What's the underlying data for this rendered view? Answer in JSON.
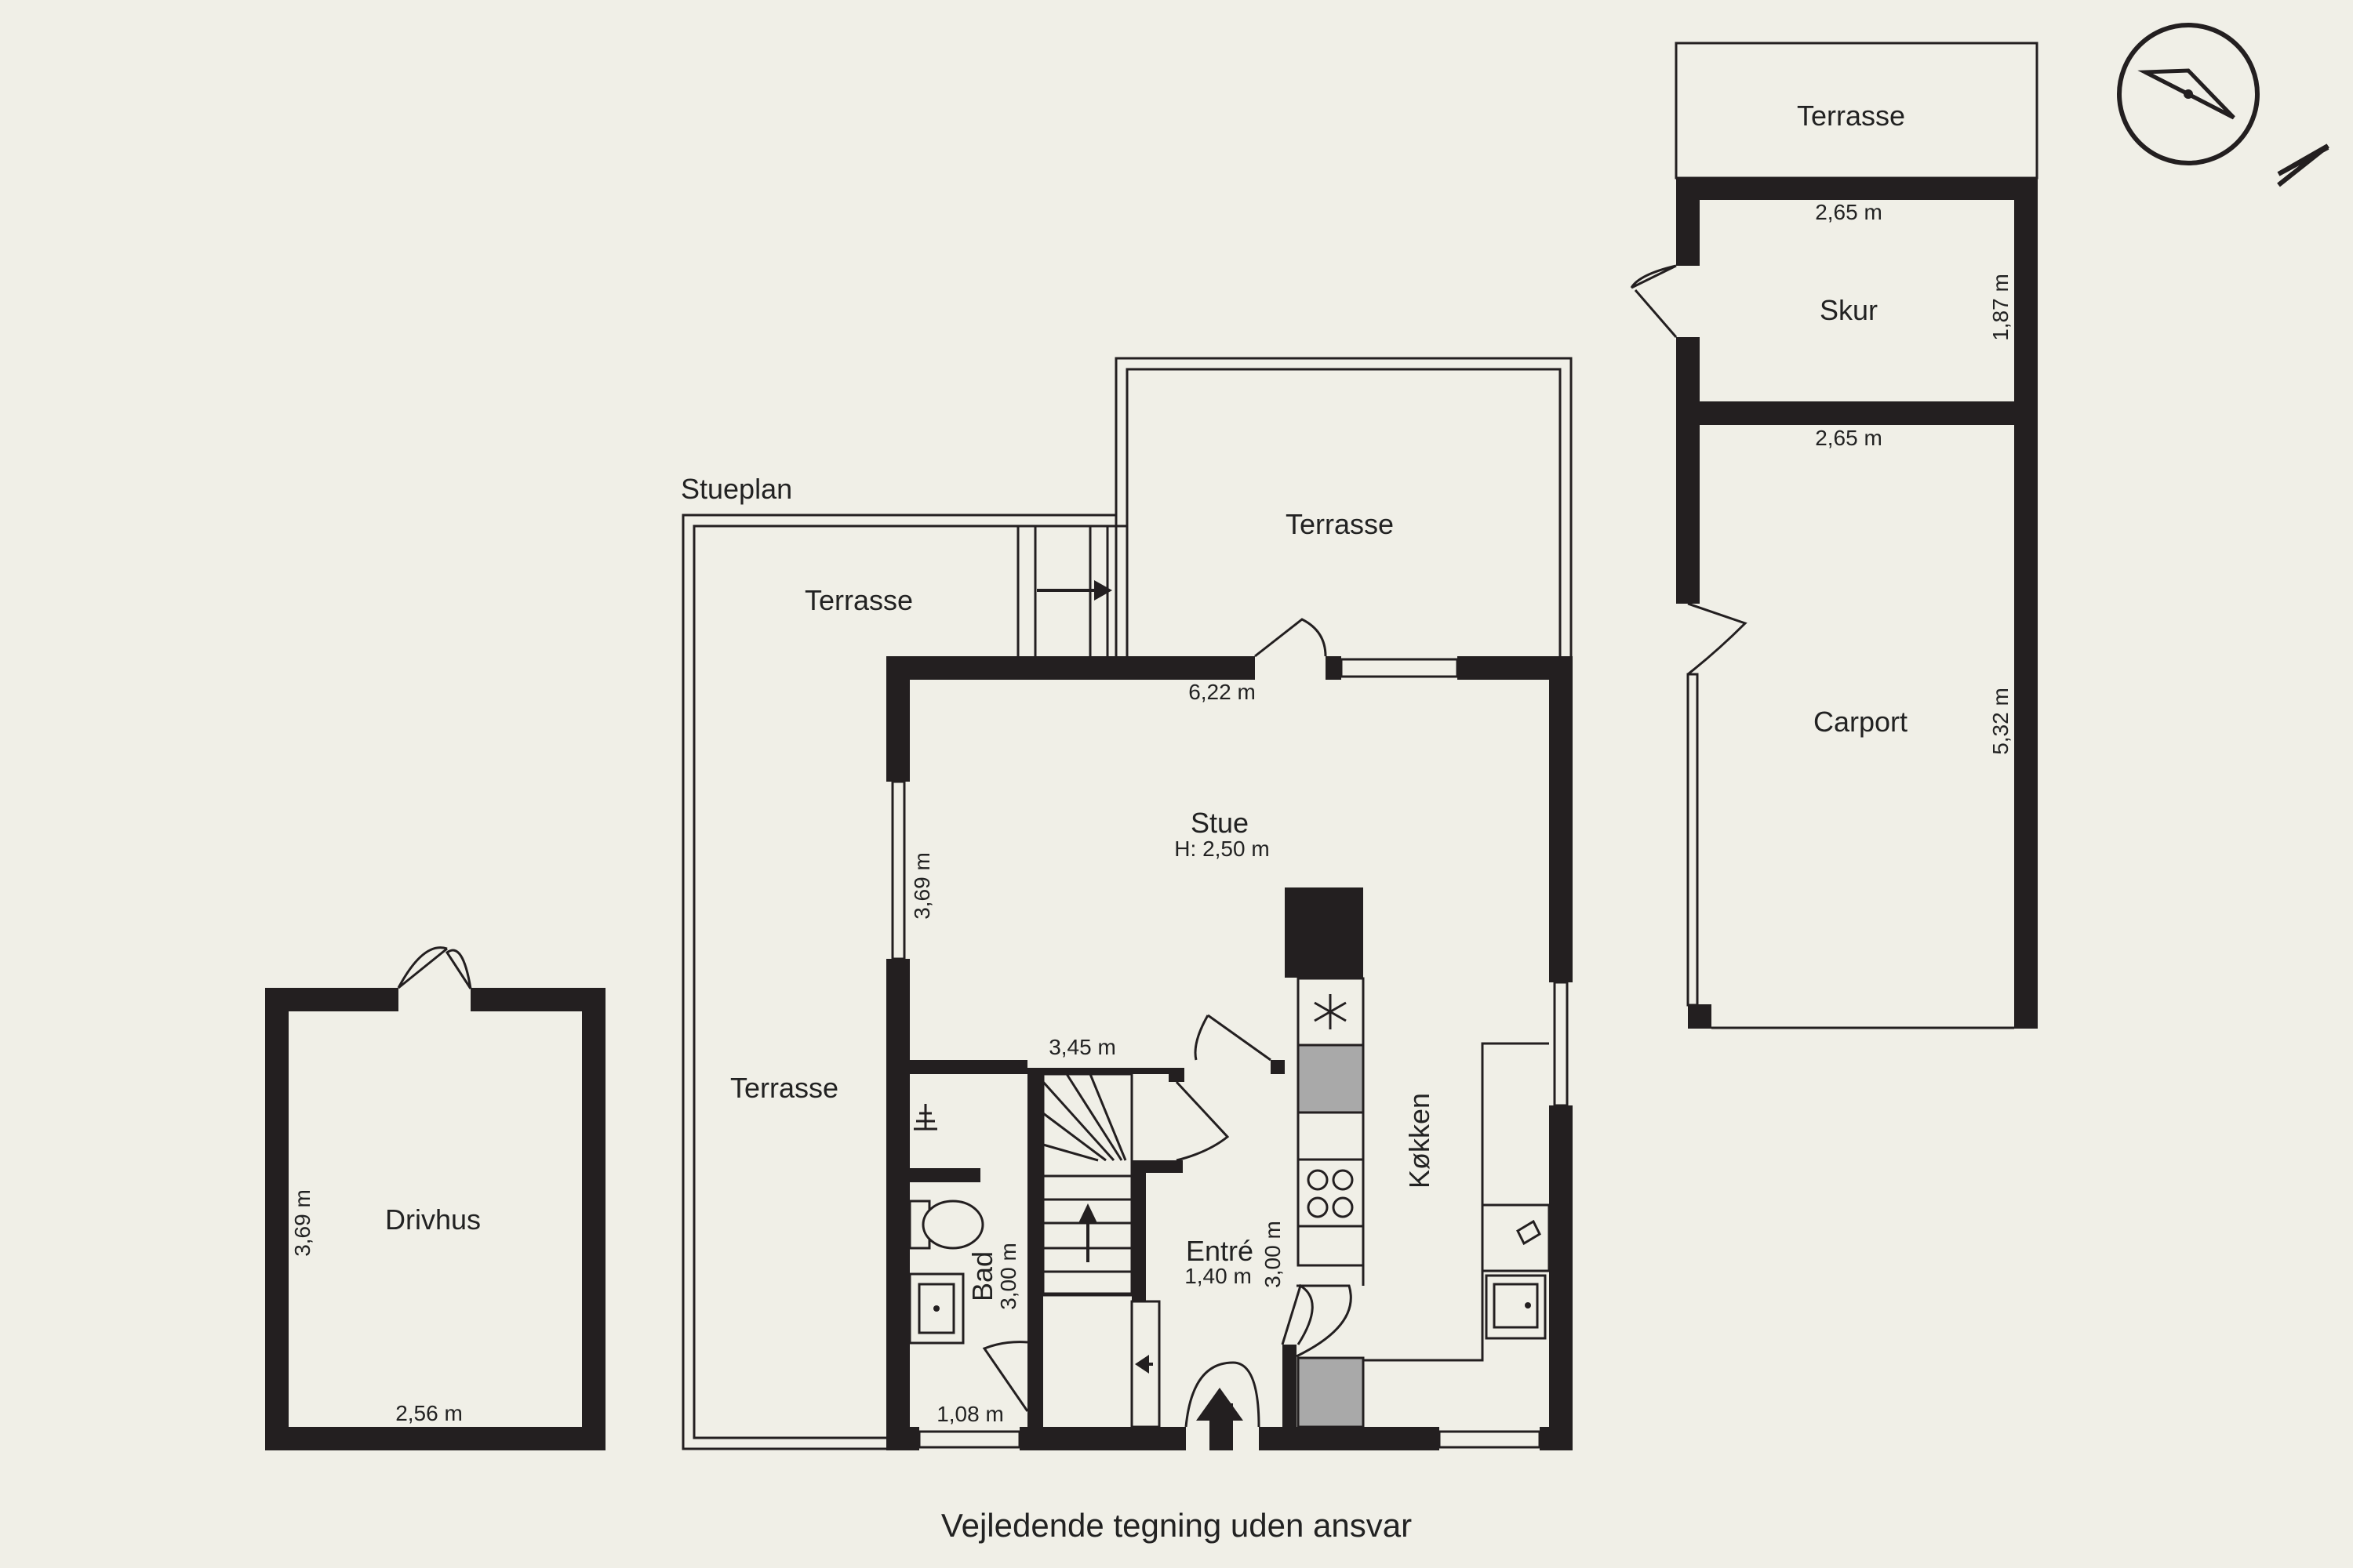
{
  "plan": {
    "level_label": "Stueplan",
    "disclaimer": "Vejledende tegning uden ansvar",
    "compass_label": "N",
    "rooms": {
      "terrasse_top_right": "Terrasse",
      "terrasse_center": "Terrasse",
      "terrasse_left_top": "Terrasse",
      "terrasse_left": "Terrasse",
      "skur": "Skur",
      "carport": "Carport",
      "stue": "Stue",
      "stue_height": "H: 2,50 m",
      "kokken": "Køkken",
      "entre": "Entré",
      "bad": "Bad",
      "drivhus": "Drivhus"
    },
    "dimensions": {
      "skur_width": "2,65 m",
      "skur_depth": "1,87 m",
      "carport_width": "2,65 m",
      "carport_depth": "5,32 m",
      "stue_width": "6,22 m",
      "stue_depth": "3,69 m",
      "stair_width": "3,45 m",
      "entre_width": "1,40 m",
      "entre_depth": "3,00 m",
      "bad_depth": "3,00 m",
      "bad_width": "1,08 m",
      "drivhus_depth": "3,69 m",
      "drivhus_width": "2,56 m"
    }
  }
}
